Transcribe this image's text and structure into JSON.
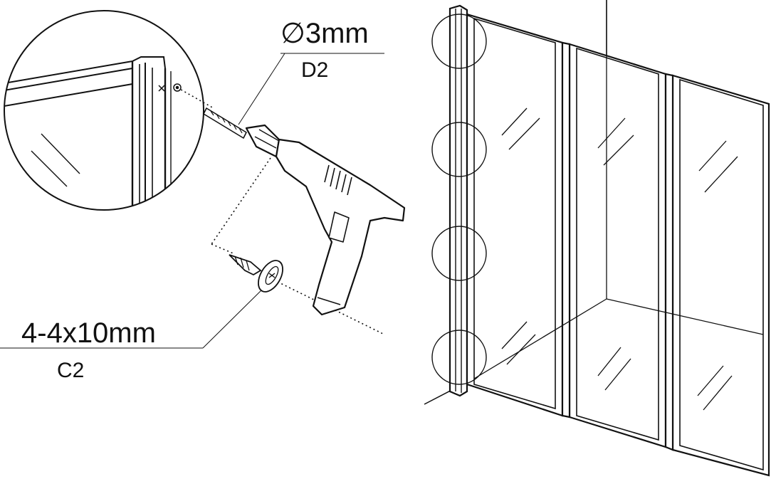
{
  "drill_bit": {
    "size": "∅3mm",
    "code": "D2"
  },
  "screw": {
    "size": "4-4x10mm",
    "code": "C2"
  },
  "colors": {
    "ink": "#111111",
    "background": "#ffffff"
  }
}
